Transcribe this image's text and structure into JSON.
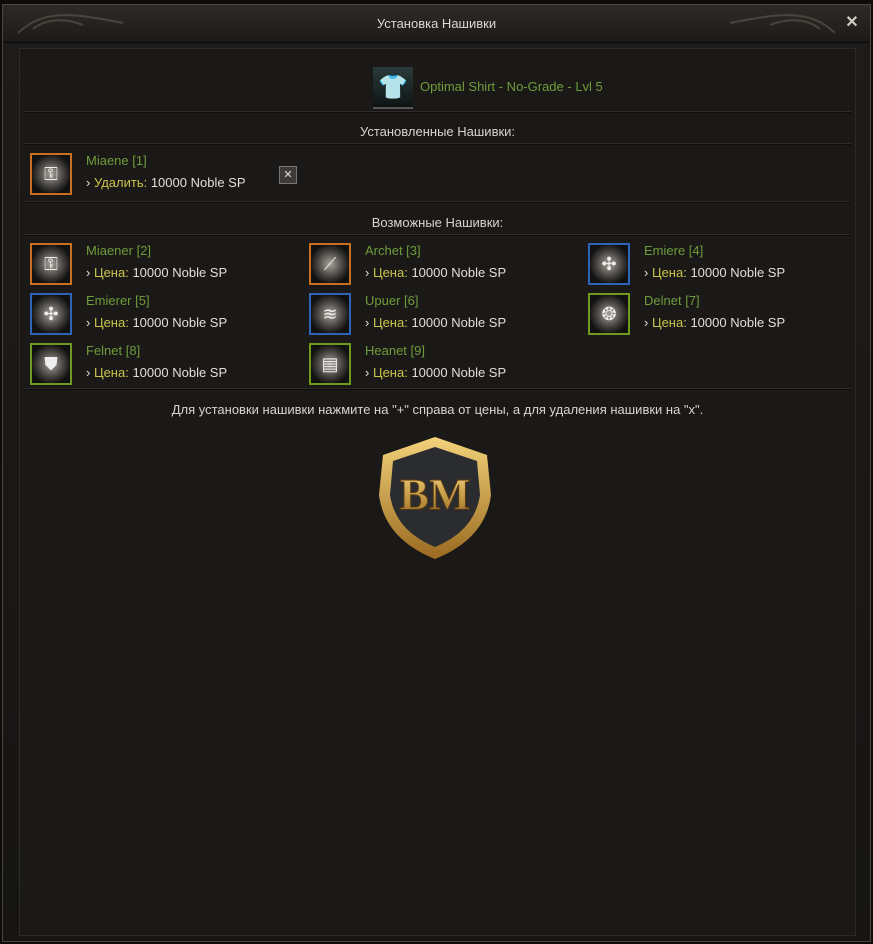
{
  "window": {
    "title": "Установка Нашивки",
    "close_label": "✕"
  },
  "item": {
    "name": "Optimal Shirt - No-Grade - Lvl 5",
    "icon": "shirt-icon"
  },
  "installed": {
    "heading": "Установленные Нашивки:",
    "items": [
      {
        "name": "Miaene [1]",
        "action_label": "Удалить:",
        "price": "10000 Noble SP",
        "remove_label": "✕"
      }
    ]
  },
  "available": {
    "heading": "Возможные Нашивки:",
    "price_label": "Цена:",
    "items": [
      {
        "name": "Miaener [2]",
        "price": "10000 Noble SP",
        "frame": "orange"
      },
      {
        "name": "Archet [3]",
        "price": "10000 Noble SP",
        "frame": "orange"
      },
      {
        "name": "Emiere [4]",
        "price": "10000 Noble SP",
        "frame": "blue"
      },
      {
        "name": "Emierer [5]",
        "price": "10000 Noble SP",
        "frame": "blue"
      },
      {
        "name": "Upuer [6]",
        "price": "10000 Noble SP",
        "frame": "blue"
      },
      {
        "name": "Delnet [7]",
        "price": "10000 Noble SP",
        "frame": "green"
      },
      {
        "name": "Felnet [8]",
        "price": "10000 Noble SP",
        "frame": "green"
      },
      {
        "name": "Heanet [9]",
        "price": "10000 Noble SP",
        "frame": "green"
      }
    ]
  },
  "hint": "Для установки нашивки нажмите на \"+\" справа от цены, а для удаления нашивки на \"x\".",
  "logo": {
    "text": "BM"
  },
  "colors": {
    "name": "#6f9c3a",
    "label": "#c9c44a",
    "orange": "#c9701e",
    "blue": "#2d64b8",
    "green": "#6f9a1e"
  }
}
